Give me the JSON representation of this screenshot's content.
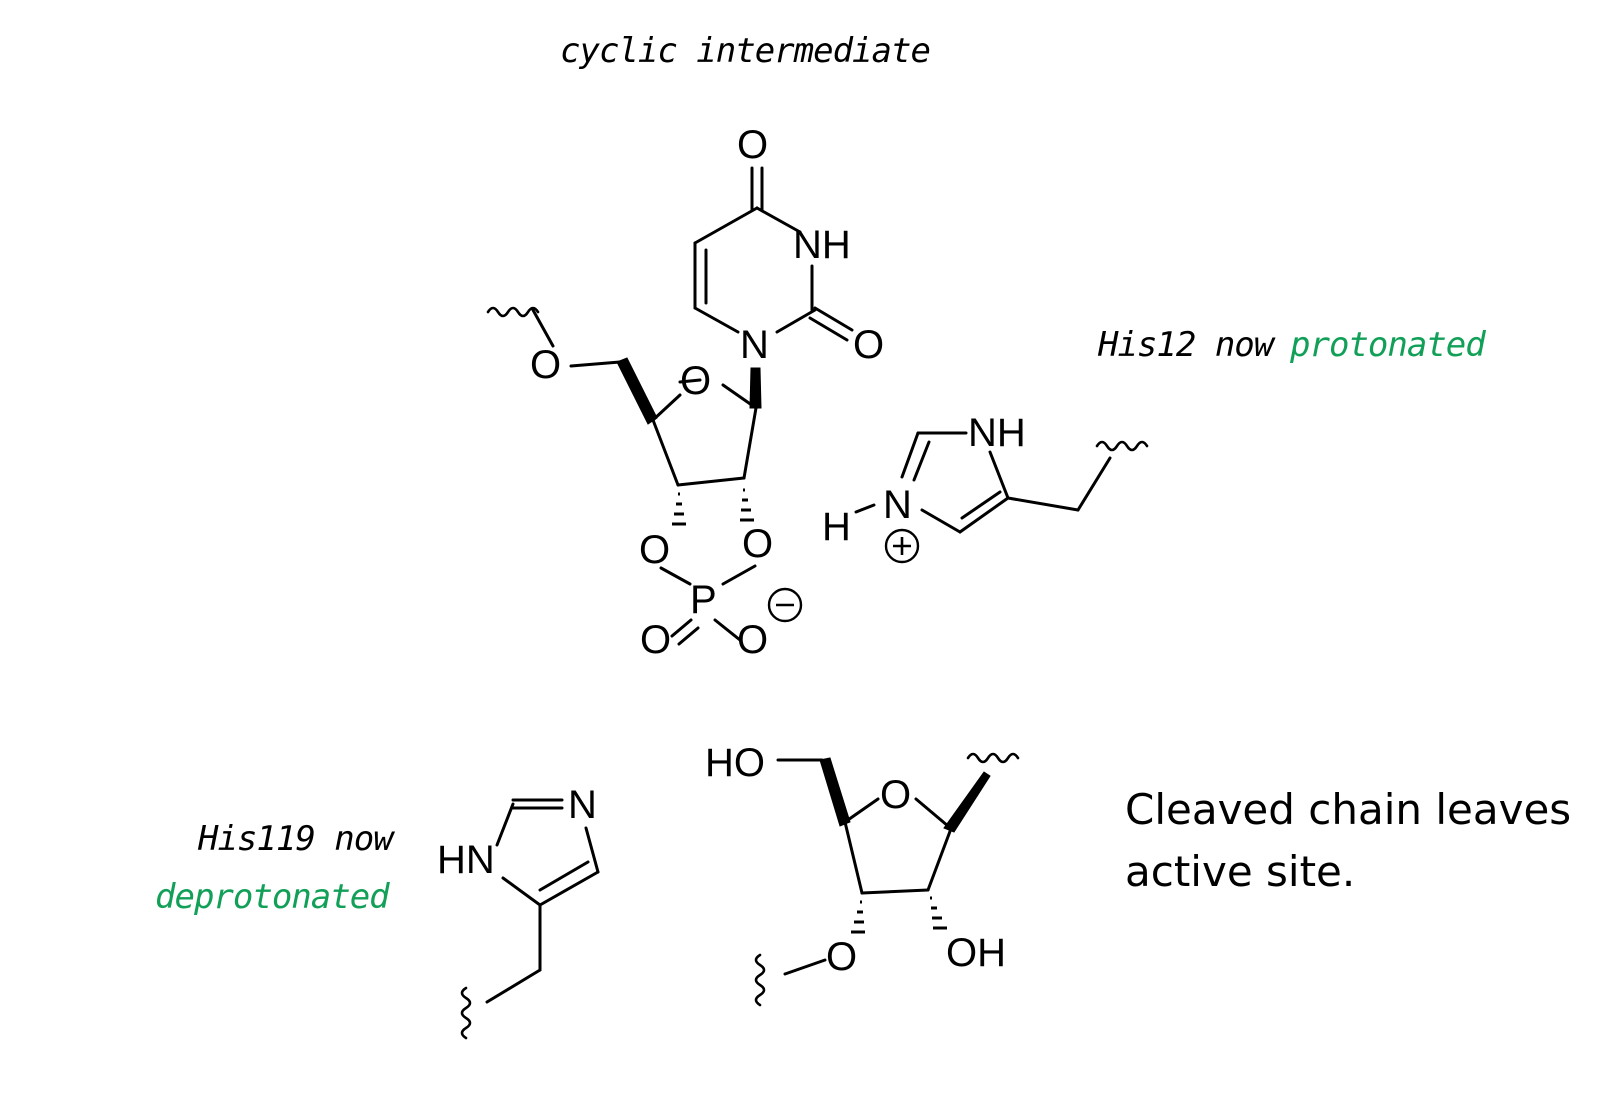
{
  "labels": {
    "cyclic": "cyclic intermediate",
    "his12_prefix": "His12 now",
    "his12_state": "protonated",
    "his119_prefix": "His119 now",
    "his119_state": "deprotonated",
    "caption_line1": "Cleaved chain leaves",
    "caption_line2": "active site."
  },
  "atoms": {
    "O": "O",
    "N": "N",
    "NH": "NH",
    "HN": "HN",
    "H": "H",
    "P": "P",
    "HO": "HO",
    "OH": "OH"
  },
  "colors": {
    "ink": "#000000",
    "highlight": "#12a058"
  }
}
